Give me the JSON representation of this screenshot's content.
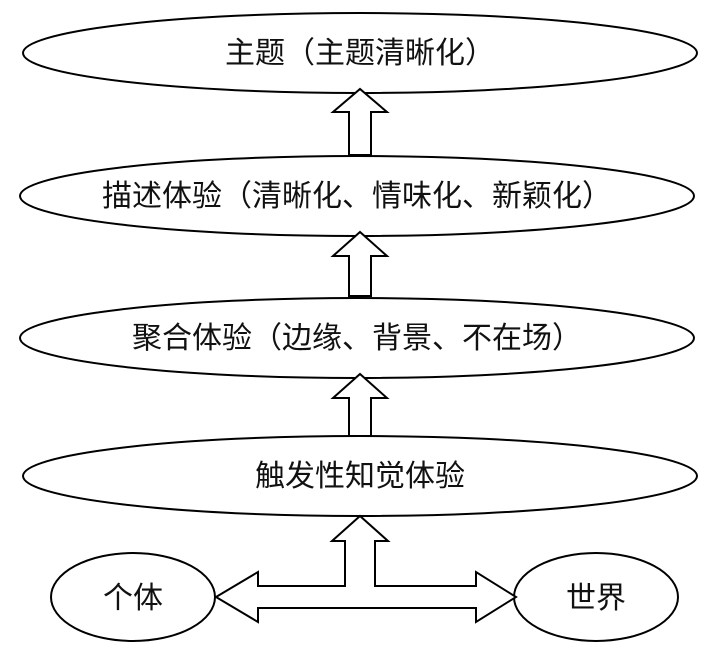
{
  "diagram": {
    "nodes": {
      "theme": "主题（主题清晰化）",
      "describe": "描述体验（清晰化、情味化、新颖化）",
      "aggregate": "聚合体验（边缘、背景、不在场）",
      "trigger": "触发性知觉体验",
      "individual": "个体",
      "world": "世界"
    },
    "edges": [
      {
        "from": "trigger",
        "to": "aggregate",
        "direction": "up"
      },
      {
        "from": "aggregate",
        "to": "describe",
        "direction": "up"
      },
      {
        "from": "describe",
        "to": "theme",
        "direction": "up"
      },
      {
        "from": "individual",
        "to": "trigger",
        "direction": "up"
      },
      {
        "from": "individual",
        "to": "world",
        "direction": "bidirectional"
      }
    ],
    "colors": {
      "stroke": "#000000",
      "fill": "#ffffff",
      "text": "#111111"
    }
  }
}
